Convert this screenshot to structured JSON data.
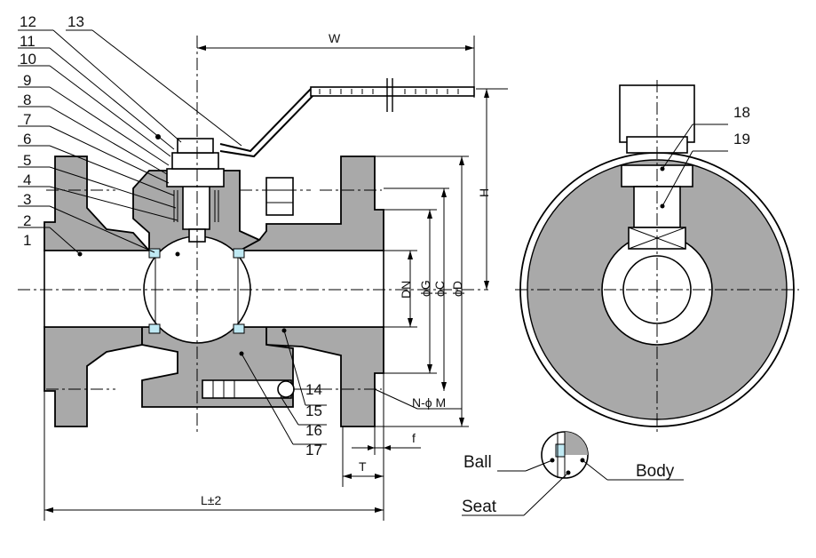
{
  "part_numbers": [
    "1",
    "2",
    "3",
    "4",
    "5",
    "6",
    "7",
    "8",
    "9",
    "10",
    "11",
    "12",
    "13",
    "14",
    "15",
    "16",
    "17",
    "18",
    "19"
  ],
  "dimensions": {
    "w": "W",
    "h": "H",
    "dn": "DN",
    "g": "ϕG",
    "c": "ϕC",
    "d": "ϕD",
    "n_m": "N-ϕ M",
    "f": "f",
    "t": "T",
    "l": "L±2"
  },
  "detail_labels": {
    "ball": "Ball",
    "body": "Body",
    "seat": "Seat"
  },
  "colors": {
    "body_fill": "#a9a9a9",
    "seal_fill": "#bfe9f3",
    "line": "#000000"
  }
}
